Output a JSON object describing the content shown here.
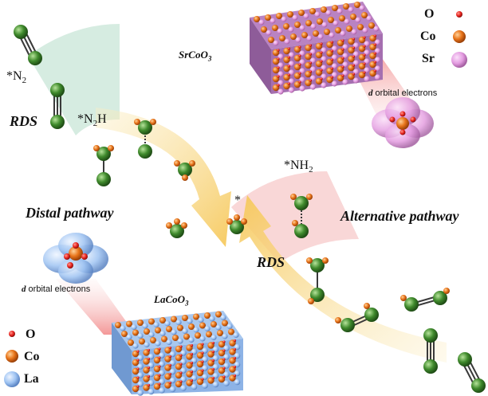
{
  "labels": {
    "n2": "*N",
    "n2_sub": "2",
    "n2h": "*N",
    "n2h_sub": "2",
    "n2h_tail": "H",
    "nh2": "*NH",
    "nh2_sub": "2",
    "star": "*",
    "rds_top": "RDS",
    "rds_bottom": "RDS",
    "distal": "Distal pathway",
    "alternative": "Alternative pathway",
    "srcoo3": "SrCoO",
    "srcoo3_sub": "3",
    "lacoo3": "LaCoO",
    "lacoo3_sub": "3",
    "d_orbital_top_d": "d",
    "d_orbital_top_rest": " orbital electrons",
    "d_orbital_left_d": "d",
    "d_orbital_left_rest": " orbital electrons"
  },
  "legend_top": [
    {
      "label": "O",
      "color": "#e8231f"
    },
    {
      "label": "Co",
      "color": "#f0801e"
    },
    {
      "label": "Sr",
      "color": "#e39be0"
    }
  ],
  "legend_bottom": [
    {
      "label": "O",
      "color": "#e8231f"
    },
    {
      "label": "Co",
      "color": "#f0801e"
    },
    {
      "label": "La",
      "color": "#9ec3f2"
    }
  ],
  "colors": {
    "nitrogen": "#3f8a2c",
    "hydrogen": "#e8741a",
    "arrow": "#f5cf70",
    "green_fan": "#cfe9dc",
    "pink_fan": "#f8d3d3",
    "spotlight": "#f4a3a3"
  }
}
